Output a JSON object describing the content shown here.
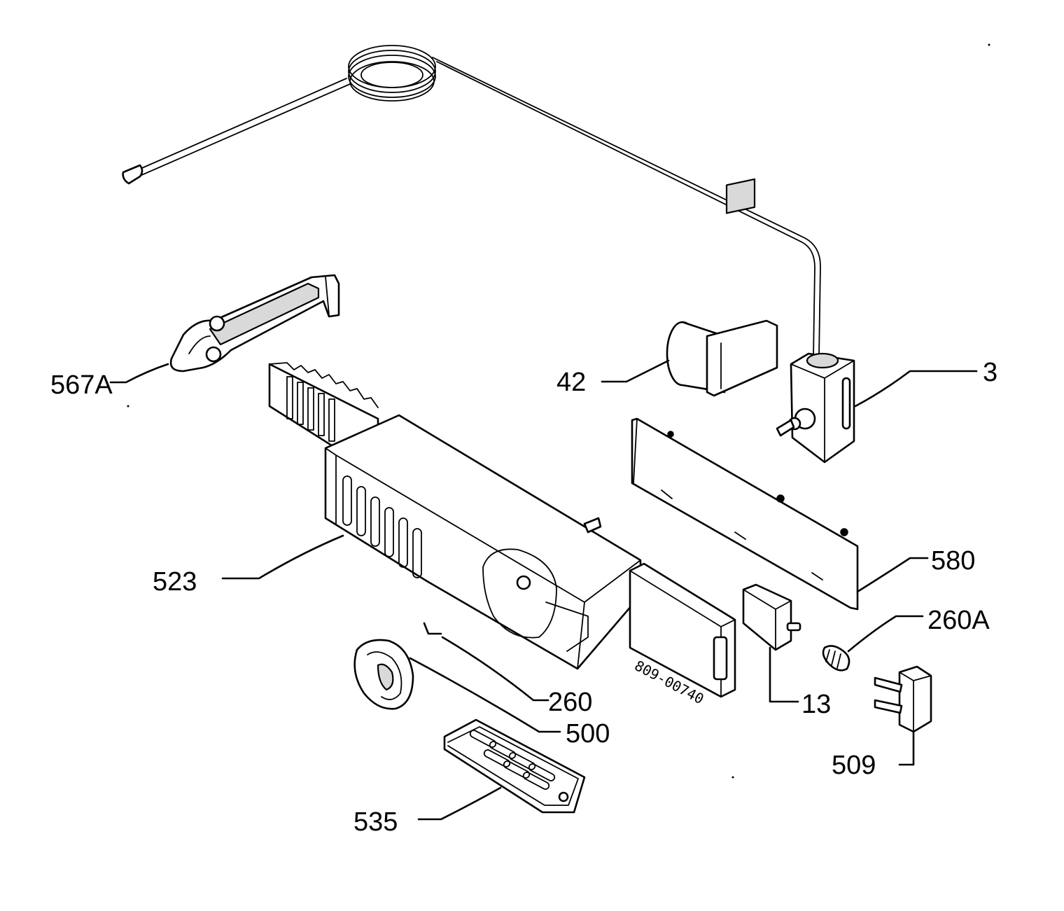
{
  "diagram": {
    "stamp": "809-00740",
    "labels": {
      "p567A": "567A",
      "p42": "42",
      "p3": "3",
      "p523": "523",
      "p580": "580",
      "p260A": "260A",
      "p260": "260",
      "p500": "500",
      "p13": "13",
      "p509": "509",
      "p535": "535"
    }
  }
}
